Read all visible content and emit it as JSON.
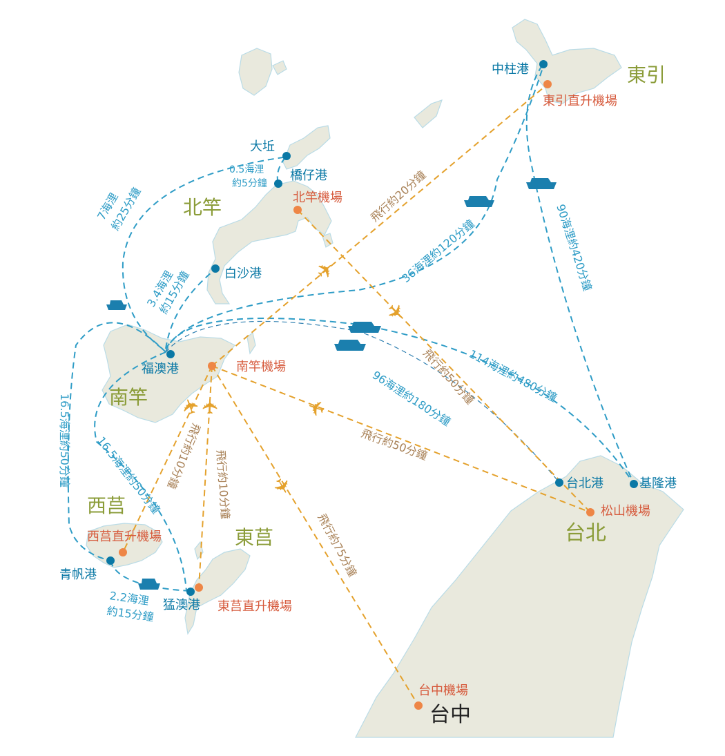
{
  "islands": {
    "dongyin": "東引",
    "beigan": "北竿",
    "nangan": "南竿",
    "xiju": "西莒",
    "dongju": "東莒",
    "taipei": "台北",
    "taichung": "台中"
  },
  "ports": {
    "zhongzhu": "中柱港",
    "dagang": "大坵",
    "qiaozi": "橋仔港",
    "baisha": "白沙港",
    "fuao": "福澳港",
    "qingfan": "青帆港",
    "mengao": "猛澳港",
    "taipei_port": "台北港",
    "keelung": "基隆港"
  },
  "airports": {
    "dongyin_heli": "東引直升機場",
    "beigan_airport": "北竿機場",
    "nangan_airport": "南竿機場",
    "xiju_heli": "西莒直升機場",
    "dongju_heli": "東莒直升機場",
    "songshan": "松山機場",
    "taichung_airport": "台中機場"
  },
  "sea_routes": {
    "dagang_qiaozi_1": "0.5海浬",
    "dagang_qiaozi_2": "約5分鐘",
    "fuao_dagang_1": "7海浬",
    "fuao_dagang_2": "約25分鐘",
    "fuao_baisha_1": "3.4海浬",
    "fuao_baisha_2": "約15分鐘",
    "fuao_dongyin": "36海浬約120分鐘",
    "dongyin_keelung": "90海浬約420分鐘",
    "nangan_keelung": "114海浬約480分鐘",
    "nangan_taipei_port": "96海浬約180分鐘",
    "fuao_qingfan": "16.5海浬約50分鐘",
    "fuao_mengao": "16.5海浬約50分鐘",
    "qingfan_mengao_1": "2.2海浬",
    "qingfan_mengao_2": "約15分鐘"
  },
  "air_routes": {
    "nangan_dongyin": "飛行約20分鐘",
    "beigan_songshan": "飛行約50分鐘",
    "nangan_songshan": "飛行約50分鐘",
    "nangan_taichung": "飛行約75分鐘",
    "nangan_xiju": "飛行約10分鐘",
    "nangan_dongju": "飛行約10分鐘"
  },
  "colors": {
    "sea_route": "#2e9cc6",
    "port": "#0a78a5",
    "air_route": "#e4a12c",
    "airport": "#ee8646",
    "island_label": "#8b9c39",
    "land": "#e9e9dd"
  }
}
